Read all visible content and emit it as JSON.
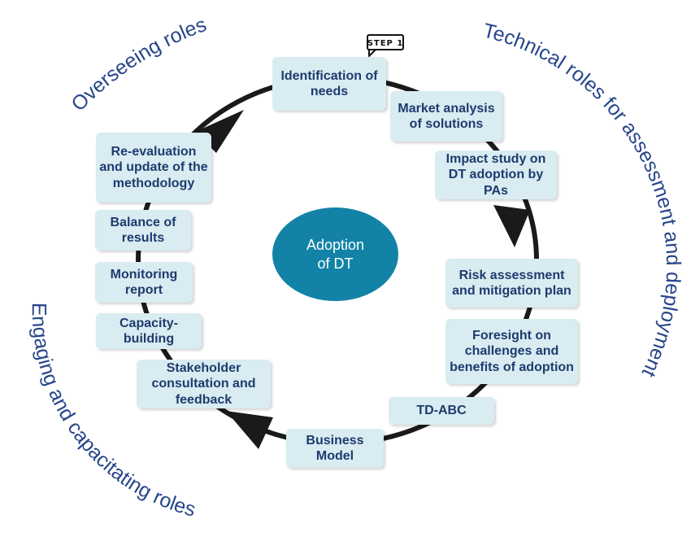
{
  "badge": {
    "label": "STEP 1"
  },
  "center": {
    "label": "Adoption of DT"
  },
  "arcs": {
    "overseeing": "Overseeing roles",
    "technical": "Technical roles for assessment and deployment",
    "engaging": "Engaging and capacitating roles"
  },
  "steps": [
    {
      "label": "Identification of needs"
    },
    {
      "label": "Market analysis of solutions"
    },
    {
      "label": "Impact study on DT adoption by PAs"
    },
    {
      "label": "Risk assessment and mitigation plan"
    },
    {
      "label": "Foresight on challenges and benefits of adoption"
    },
    {
      "label": "TD-ABC"
    },
    {
      "label": "Business Model"
    },
    {
      "label": "Stakeholder consultation and feedback"
    },
    {
      "label": "Capacity-building"
    },
    {
      "label": "Monitoring report"
    },
    {
      "label": "Balance of results"
    },
    {
      "label": "Re-evaluation and update of the methodology"
    }
  ],
  "colors": {
    "box": "#d8ecf1",
    "box_text": "#1f3a6e",
    "circle": "#1283a7",
    "arc_text": "#27468a",
    "ring": "#1a1a1a"
  }
}
